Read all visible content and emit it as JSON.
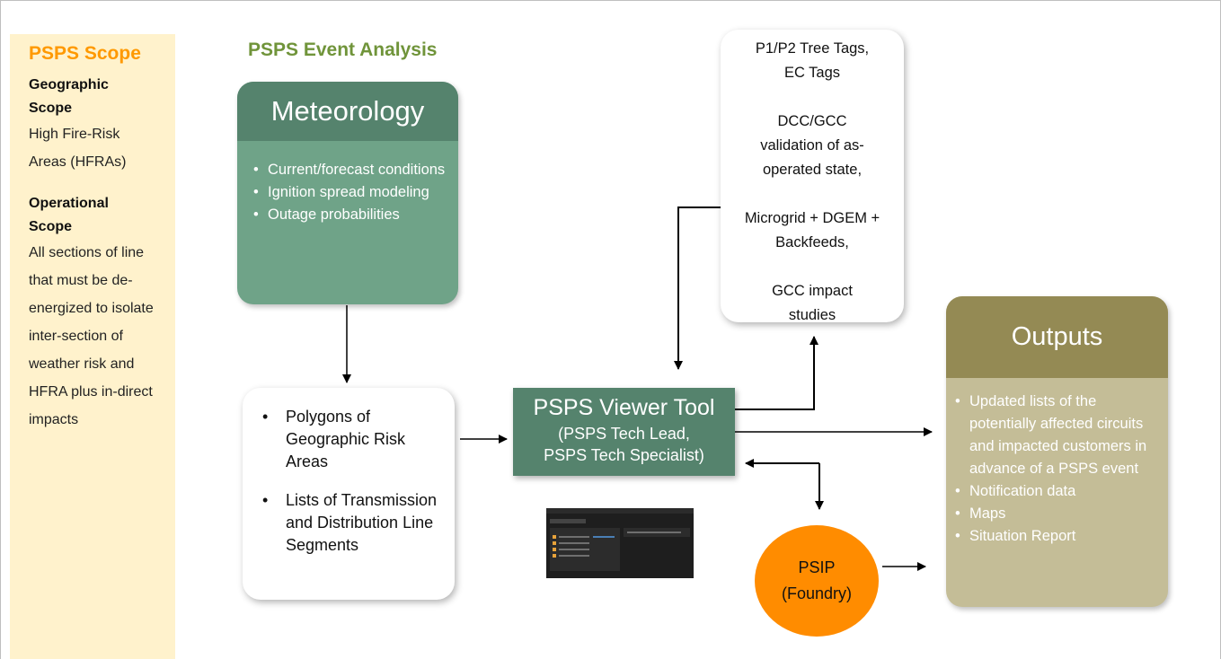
{
  "scope": {
    "title": "PSPS Scope",
    "geographic_heading": "Geographic Scope",
    "geographic_text": "High Fire-Risk Areas (HFRAs)",
    "operational_heading": "Operational Scope",
    "operational_text": "All sections of line that must be de-energized to isolate inter-section of weather risk and HFRA plus in-direct impacts"
  },
  "page_title": "PSPS Event Analysis",
  "meteorology": {
    "title": "Meteorology",
    "items": [
      "Current/forecast conditions",
      "Ignition spread modeling",
      "Outage probabilities"
    ]
  },
  "geo_box": {
    "items": [
      "Polygons of Geographic Risk Areas",
      "Lists of Transmission and Distribution Line Segments"
    ]
  },
  "tags_box": {
    "line1": "P1/P2 Tree Tags,",
    "line2": "EC Tags",
    "line3": "DCC/GCC validation of as-operated state,",
    "line4": "Microgrid + DGEM + Backfeeds,",
    "line5": "GCC impact studies"
  },
  "viewer": {
    "title": "PSPS Viewer Tool",
    "subtitle1": "(PSPS Tech Lead,",
    "subtitle2": "PSPS Tech Specialist)"
  },
  "psip": {
    "line1": "PSIP",
    "line2": "(Foundry)"
  },
  "outputs": {
    "title": "Outputs",
    "items": [
      "Updated lists of the potentially affected circuits and impacted customers in advance of a PSPS event",
      "Notification data",
      "Maps",
      "Situation Report"
    ]
  },
  "colors": {
    "scope_bg": "#fff2cc",
    "scope_title": "#ff9900",
    "page_title": "#70943a",
    "meteo_header": "#55836d",
    "meteo_body": "#6fa388",
    "outputs_header": "#948a54",
    "outputs_body": "#c4bd97",
    "psip_fill": "#ff8c00"
  }
}
